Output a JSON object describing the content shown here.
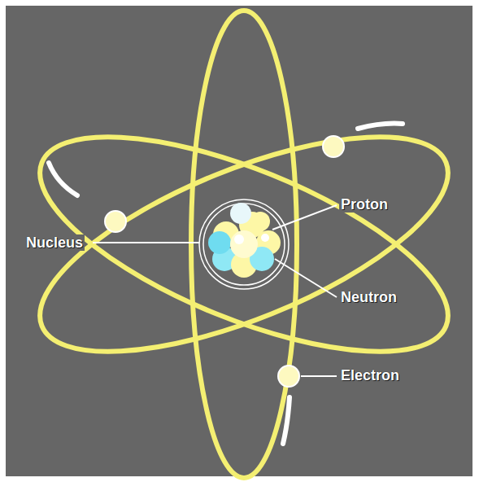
{
  "diagram": {
    "labels": [
      "Nucleus",
      "Proton",
      "Neutron",
      "Electron"
    ]
  }
}
